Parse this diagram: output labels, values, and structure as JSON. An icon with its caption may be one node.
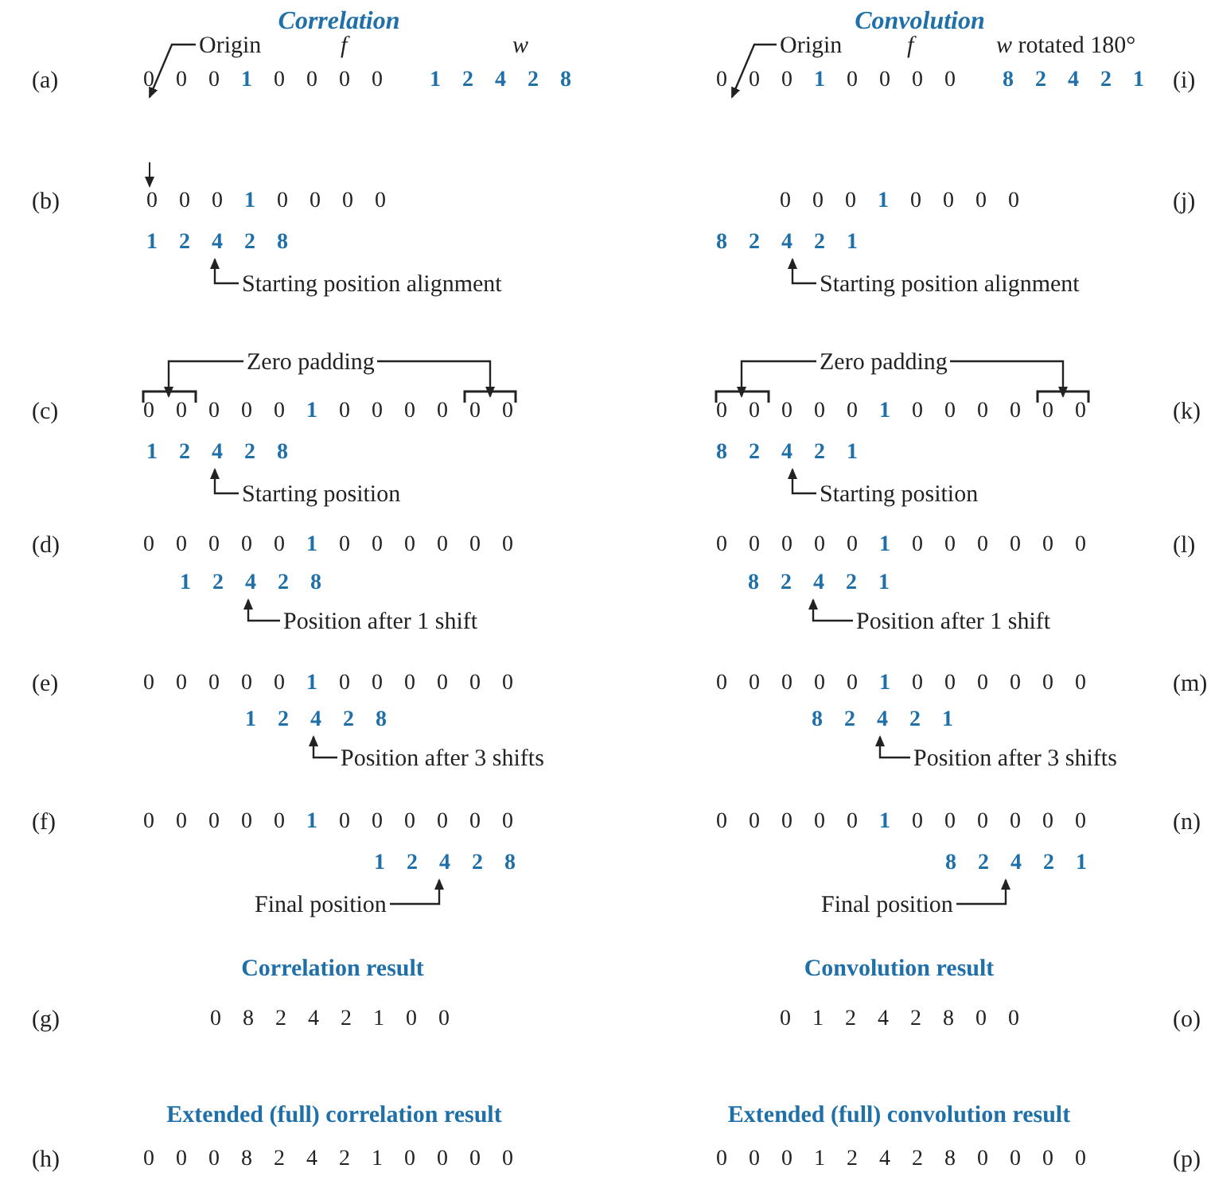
{
  "diagram": {
    "nodes": [
      {
        "text": [
          "Origin"
        ]
      },
      {
        "text": [
          "Origin"
        ]
      },
      {
        "text": [
          "0 0 0 **1** 0 0 0 0"
        ]
      },
      {
        "text": [
          "0 0 0 **1** 0 0 0 0"
        ]
      },
      {
        "text": [
          "1 2 4 2 8"
        ]
      },
      {
        "text": [
          "8 2 4 2 1"
        ]
      },
      {
        "text": [
          "Starting position alignment"
        ]
      },
      {
        "text": [
          "Starting position alignment"
        ]
      },
      {
        "text": [
          "Zero padding"
        ]
      },
      {
        "text": [
          "Zero padding"
        ]
      },
      {
        "text": [
          "0 0 0 0 0 **1** 0 0 0 0 0 0"
        ]
      },
      {
        "text": [
          "0 0 0 0 0 **1** 0 0 0 0 0 0"
        ]
      },
      {
        "text": [
          "1 2 4 2 8"
        ]
      },
      {
        "text": [
          "8 2 4 2 1"
        ]
      },
      {
        "text": [
          "Starting position"
        ]
      },
      {
        "text": [
          "Starting position"
        ]
      },
      {
        "text": [
          "1 2 4 2 8"
        ]
      },
      {
        "text": [
          "8 2 4 2 1"
        ]
      },
      {
        "text": [
          "Position after 1 shift"
        ]
      },
      {
        "text": [
          "Position after 1 shift"
        ]
      },
      {
        "text": [
          "1 2 4 2 8"
        ]
      },
      {
        "text": [
          "8 2 4 2 1"
        ]
      },
      {
        "text": [
          "Position after 3 shifts"
        ]
      },
      {
        "text": [
          "Position after 3 shifts"
        ]
      },
      {
        "text": [
          "1 2 4 2 8"
        ]
      },
      {
        "text": [
          "8 2 4 2 1"
        ]
      },
      {
        "text": [
          "Final position"
        ]
      },
      {
        "text": [
          "Final position"
        ]
      }
    ],
    "edges": [
      {
        "from": 0,
        "to": 2,
        "arrow": "to"
      },
      {
        "from": 1,
        "to": 3,
        "arrow": "to"
      },
      {
        "from": 6,
        "to": 4,
        "arrow": "to"
      },
      {
        "from": 7,
        "to": 5,
        "arrow": "to"
      },
      {
        "from": 8,
        "to": 10,
        "arrow": "to"
      },
      {
        "from": 8,
        "to": 10,
        "arrow": "to"
      },
      {
        "from": 9,
        "to": 11,
        "arrow": "to"
      },
      {
        "from": 9,
        "to": 11,
        "arrow": "to"
      },
      {
        "from": 14,
        "to": 12,
        "arrow": "to"
      },
      {
        "from": 15,
        "to": 13,
        "arrow": "to"
      },
      {
        "from": 18,
        "to": 16,
        "arrow": "to"
      },
      {
        "from": 19,
        "to": 17,
        "arrow": "to"
      },
      {
        "from": 22,
        "to": 20,
        "arrow": "to"
      },
      {
        "from": 23,
        "to": 21,
        "arrow": "to"
      },
      {
        "from": 26,
        "to": 24,
        "arrow": "to"
      },
      {
        "from": 27,
        "to": 25,
        "arrow": "to"
      }
    ],
    "labels": [
      "Correlation",
      "Convolution",
      "f",
      "w",
      "f",
      "*w* rotated 180°",
      "(a)",
      "1 2 4 2 8",
      "8 2 4 2 1",
      "(i)",
      "(b)",
      "0 0 0 **1** 0 0 0 0",
      "0 0 0 **1** 0 0 0 0",
      "(j)",
      "(c)",
      "(k)",
      "(d)",
      "0 0 0 0 0 **1** 0 0 0 0 0 0",
      "0 0 0 0 0 **1** 0 0 0 0 0 0",
      "(l)",
      "(e)",
      "0 0 0 0 0 **1** 0 0 0 0 0 0",
      "0 0 0 0 0 **1** 0 0 0 0 0 0",
      "(m)",
      "(f)",
      "0 0 0 0 0 **1** 0 0 0 0 0 0",
      "0 0 0 0 0 **1** 0 0 0 0 0 0",
      "(n)",
      "Correlation result",
      "Convolution result",
      "(g)",
      "0 8 2 4 2 1 0 0",
      "0 1 2 4 2 8 0 0",
      "(o)",
      "Extended (full) correlation result",
      "Extended (full) convolution result",
      "(h)",
      "0 0 0 8 2 4 2 1 0 0 0 0",
      "0 0 0 1 2 4 2 8 0 0 0 0",
      "(p)"
    ]
  }
}
